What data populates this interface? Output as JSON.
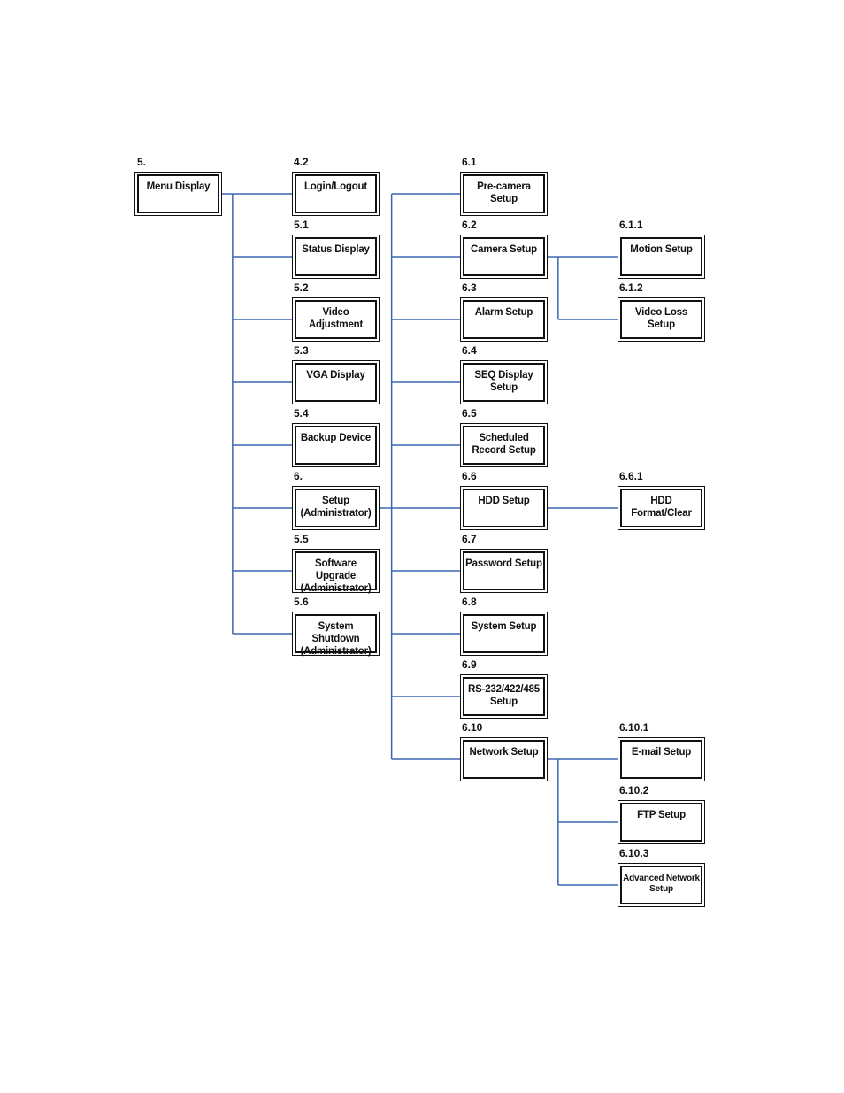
{
  "line_color": "#3a66b0",
  "nodes": [
    {
      "id": "menu-display",
      "number": "5.",
      "label": "Menu Display"
    },
    {
      "id": "login-logout",
      "number": "4.2",
      "label": "Login/Logout"
    },
    {
      "id": "status-display",
      "number": "5.1",
      "label": "Status Display"
    },
    {
      "id": "video-adjustment",
      "number": "5.2",
      "label": "Video Adjustment"
    },
    {
      "id": "vga-display",
      "number": "5.3",
      "label": "VGA Display"
    },
    {
      "id": "backup-device",
      "number": "5.4",
      "label": "Backup Device"
    },
    {
      "id": "setup-administrator",
      "number": "6.",
      "label": "Setup\n(Administrator)"
    },
    {
      "id": "software-upgrade",
      "number": "5.5",
      "label": "Software Upgrade\n(Administrator)"
    },
    {
      "id": "system-shutdown",
      "number": "5.6",
      "label": "System Shutdown\n(Administrator)"
    },
    {
      "id": "pre-camera-setup",
      "number": "6.1",
      "label": "Pre-camera\nSetup"
    },
    {
      "id": "camera-setup",
      "number": "6.2",
      "label": "Camera Setup"
    },
    {
      "id": "alarm-setup",
      "number": "6.3",
      "label": "Alarm Setup"
    },
    {
      "id": "seq-display-setup",
      "number": "6.4",
      "label": "SEQ Display\nSetup"
    },
    {
      "id": "scheduled-record-setup",
      "number": "6.5",
      "label": "Scheduled\nRecord Setup"
    },
    {
      "id": "hdd-setup",
      "number": "6.6",
      "label": "HDD Setup"
    },
    {
      "id": "password-setup",
      "number": "6.7",
      "label": "Password Setup"
    },
    {
      "id": "system-setup",
      "number": "6.8",
      "label": "System Setup"
    },
    {
      "id": "rs232-setup",
      "number": "6.9",
      "label": "RS-232/422/485\nSetup"
    },
    {
      "id": "network-setup",
      "number": "6.10",
      "label": "Network Setup"
    },
    {
      "id": "motion-setup",
      "number": "6.1.1",
      "label": "Motion Setup"
    },
    {
      "id": "video-loss-setup",
      "number": "6.1.2",
      "label": "Video Loss\nSetup"
    },
    {
      "id": "hdd-format-clear",
      "number": "6.6.1",
      "label": "HDD\nFormat/Clear"
    },
    {
      "id": "email-setup",
      "number": "6.10.1",
      "label": "E-mail Setup"
    },
    {
      "id": "ftp-setup",
      "number": "6.10.2",
      "label": "FTP Setup"
    },
    {
      "id": "advanced-network-setup",
      "number": "6.10.3",
      "label": "Advanced Network\nSetup"
    }
  ],
  "edges": [
    [
      "menu-display",
      "login-logout"
    ],
    [
      "menu-display",
      "status-display"
    ],
    [
      "menu-display",
      "video-adjustment"
    ],
    [
      "menu-display",
      "vga-display"
    ],
    [
      "menu-display",
      "backup-device"
    ],
    [
      "menu-display",
      "setup-administrator"
    ],
    [
      "menu-display",
      "software-upgrade"
    ],
    [
      "menu-display",
      "system-shutdown"
    ],
    [
      "setup-administrator",
      "pre-camera-setup"
    ],
    [
      "setup-administrator",
      "camera-setup"
    ],
    [
      "setup-administrator",
      "alarm-setup"
    ],
    [
      "setup-administrator",
      "seq-display-setup"
    ],
    [
      "setup-administrator",
      "scheduled-record-setup"
    ],
    [
      "setup-administrator",
      "hdd-setup"
    ],
    [
      "setup-administrator",
      "password-setup"
    ],
    [
      "setup-administrator",
      "system-setup"
    ],
    [
      "setup-administrator",
      "rs232-setup"
    ],
    [
      "setup-administrator",
      "network-setup"
    ],
    [
      "camera-setup",
      "motion-setup"
    ],
    [
      "camera-setup",
      "video-loss-setup"
    ],
    [
      "hdd-setup",
      "hdd-format-clear"
    ],
    [
      "network-setup",
      "email-setup"
    ],
    [
      "network-setup",
      "ftp-setup"
    ],
    [
      "network-setup",
      "advanced-network-setup"
    ]
  ]
}
